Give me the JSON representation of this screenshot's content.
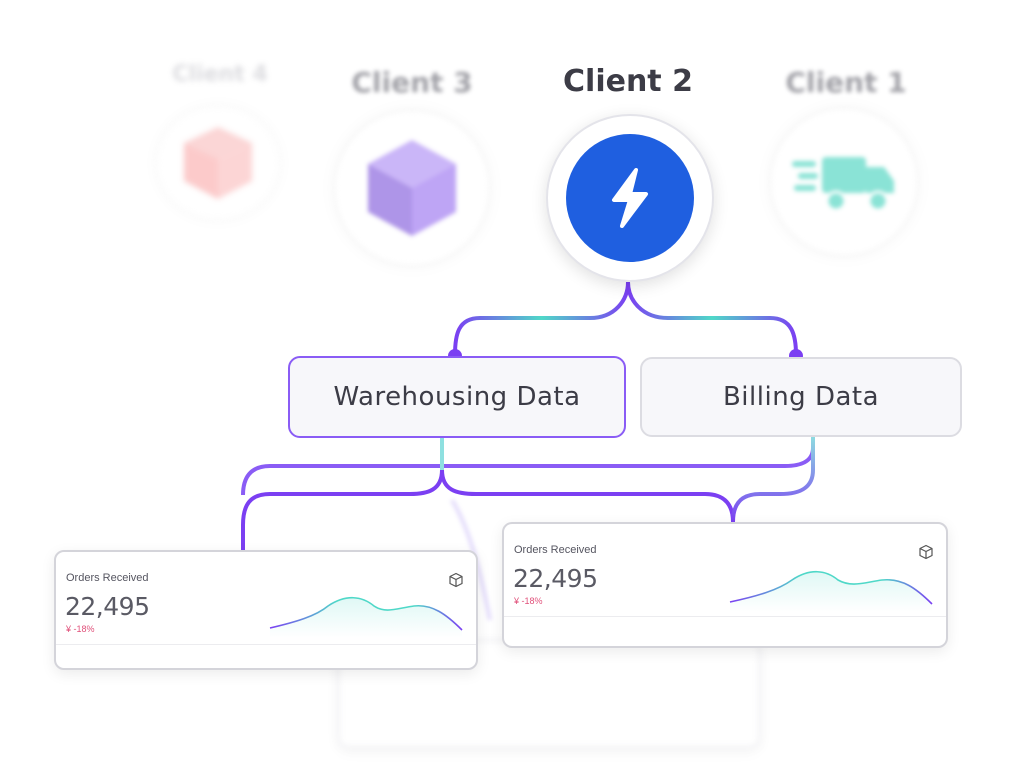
{
  "clients": [
    {
      "label": "Client 4",
      "icon": "box-icon",
      "color": "#f76b6b"
    },
    {
      "label": "Client 3",
      "icon": "box-icon",
      "color": "#7c4fe0"
    },
    {
      "label": "Client 2",
      "icon": "bolt-icon",
      "color": "#1f5fe0"
    },
    {
      "label": "Client 1",
      "icon": "truck-icon",
      "color": "#2ccdb5"
    }
  ],
  "data_boxes": {
    "warehousing": "Warehousing Data",
    "billing": "Billing Data"
  },
  "cards": [
    {
      "title": "Orders Received",
      "value": "22,495",
      "delta": "¥ -18%"
    },
    {
      "title": "Orders Received",
      "value": "22,495",
      "delta": "¥ -18%"
    }
  ],
  "colors": {
    "accent_purple": "#7b3ff2",
    "accent_teal": "#4fd8c8",
    "accent_blue": "#1f5fe0"
  }
}
